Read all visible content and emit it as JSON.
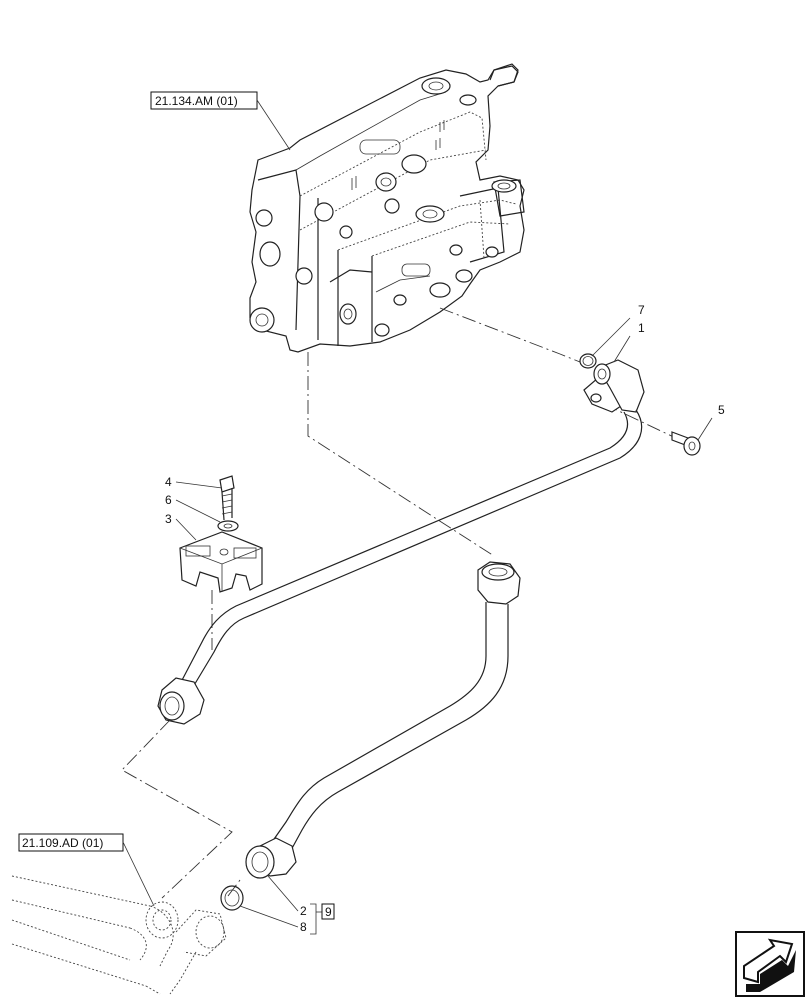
{
  "references": {
    "valve_ref": "21.134.AM (01)",
    "pipe_ref": "21.109.AD (01)"
  },
  "callouts": {
    "c1": "1",
    "c2": "2",
    "c3": "3",
    "c4": "4",
    "c5": "5",
    "c6": "6",
    "c7": "7",
    "c8": "8",
    "group_ref": "9"
  },
  "icons": {
    "navigation": "next-page-arrow-icon"
  }
}
